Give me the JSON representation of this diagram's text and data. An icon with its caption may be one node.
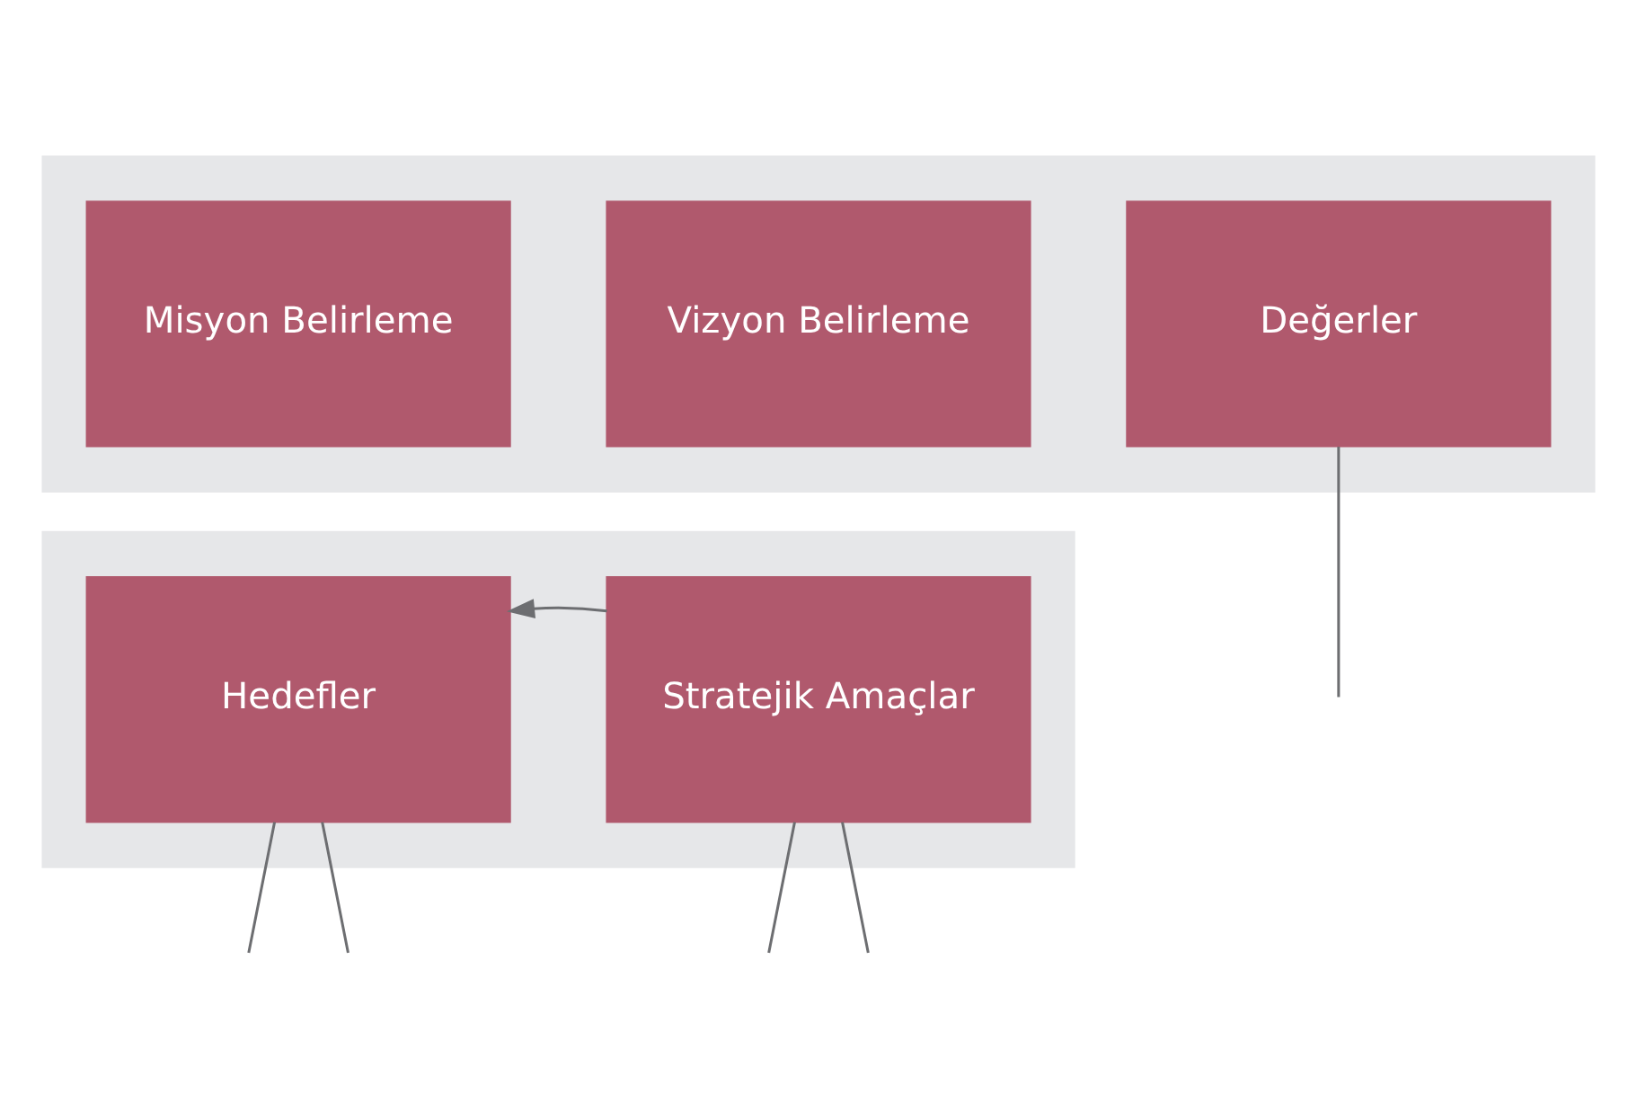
{
  "diagram": {
    "nodes": [
      {
        "text": [],
        "shape": "box"
      },
      {
        "text": [
          "Misyon Belirleme"
        ],
        "in": 0
      },
      {
        "text": [
          "Vizyon Belirleme"
        ],
        "in": 0
      },
      {
        "text": [
          "Değerler"
        ],
        "in": 0
      },
      {
        "text": [],
        "shape": "box"
      },
      {
        "text": [
          "Hedefler"
        ],
        "in": 4
      },
      {
        "text": [
          "Stratejik Amaçlar"
        ],
        "in": 4
      }
    ],
    "edges": [
      {
        "from": 6,
        "to": 5,
        "arrow": "to"
      },
      {
        "from": 3,
        "to": null,
        "arrow": "none"
      },
      {
        "from": 6,
        "to": null,
        "arrow": "none"
      },
      {
        "from": 5,
        "to": null,
        "arrow": "none"
      },
      {
        "from": 5,
        "to": null,
        "arrow": "none"
      },
      {
        "from": 6,
        "to": null,
        "arrow": "none"
      }
    ]
  }
}
